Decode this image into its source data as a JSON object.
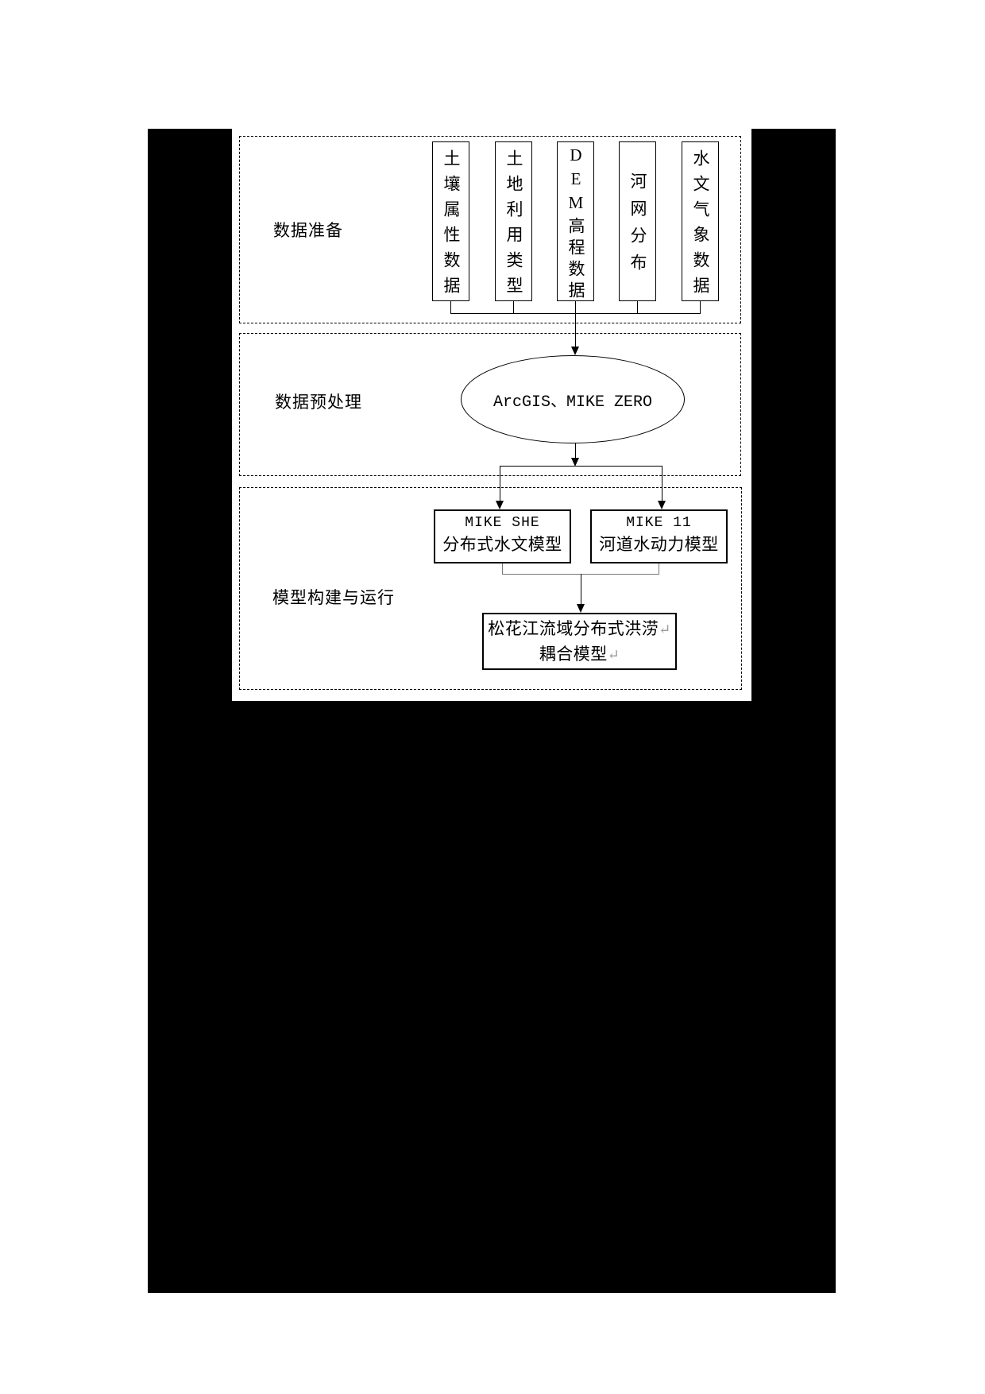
{
  "diagram": {
    "section_1": {
      "label": "数据准备"
    },
    "section_2": {
      "label": "数据预处理"
    },
    "section_3": {
      "label": "模型构建与运行"
    },
    "data_boxes": [
      "土壤属性数据",
      "土地利用类型",
      "DEM高程数据",
      "河网分布",
      "水文气象数据"
    ],
    "preprocess_ellipse": {
      "label": "ArcGIS、MIKE ZERO"
    },
    "model_boxes": [
      {
        "title": "MIKE SHE",
        "subtitle": "分布式水文模型"
      },
      {
        "title": "MIKE 11",
        "subtitle": "河道水动力模型"
      }
    ],
    "result_box": {
      "line1": "松花江流域分布式洪涝",
      "line2": "耦合模型",
      "line_break_mark": "↵"
    },
    "colors": {
      "page_bg": "#ffffff",
      "mask": "#000000",
      "line": "#000000",
      "bracket_gray": "#777777",
      "return_mark": "#9a9a9a"
    }
  }
}
